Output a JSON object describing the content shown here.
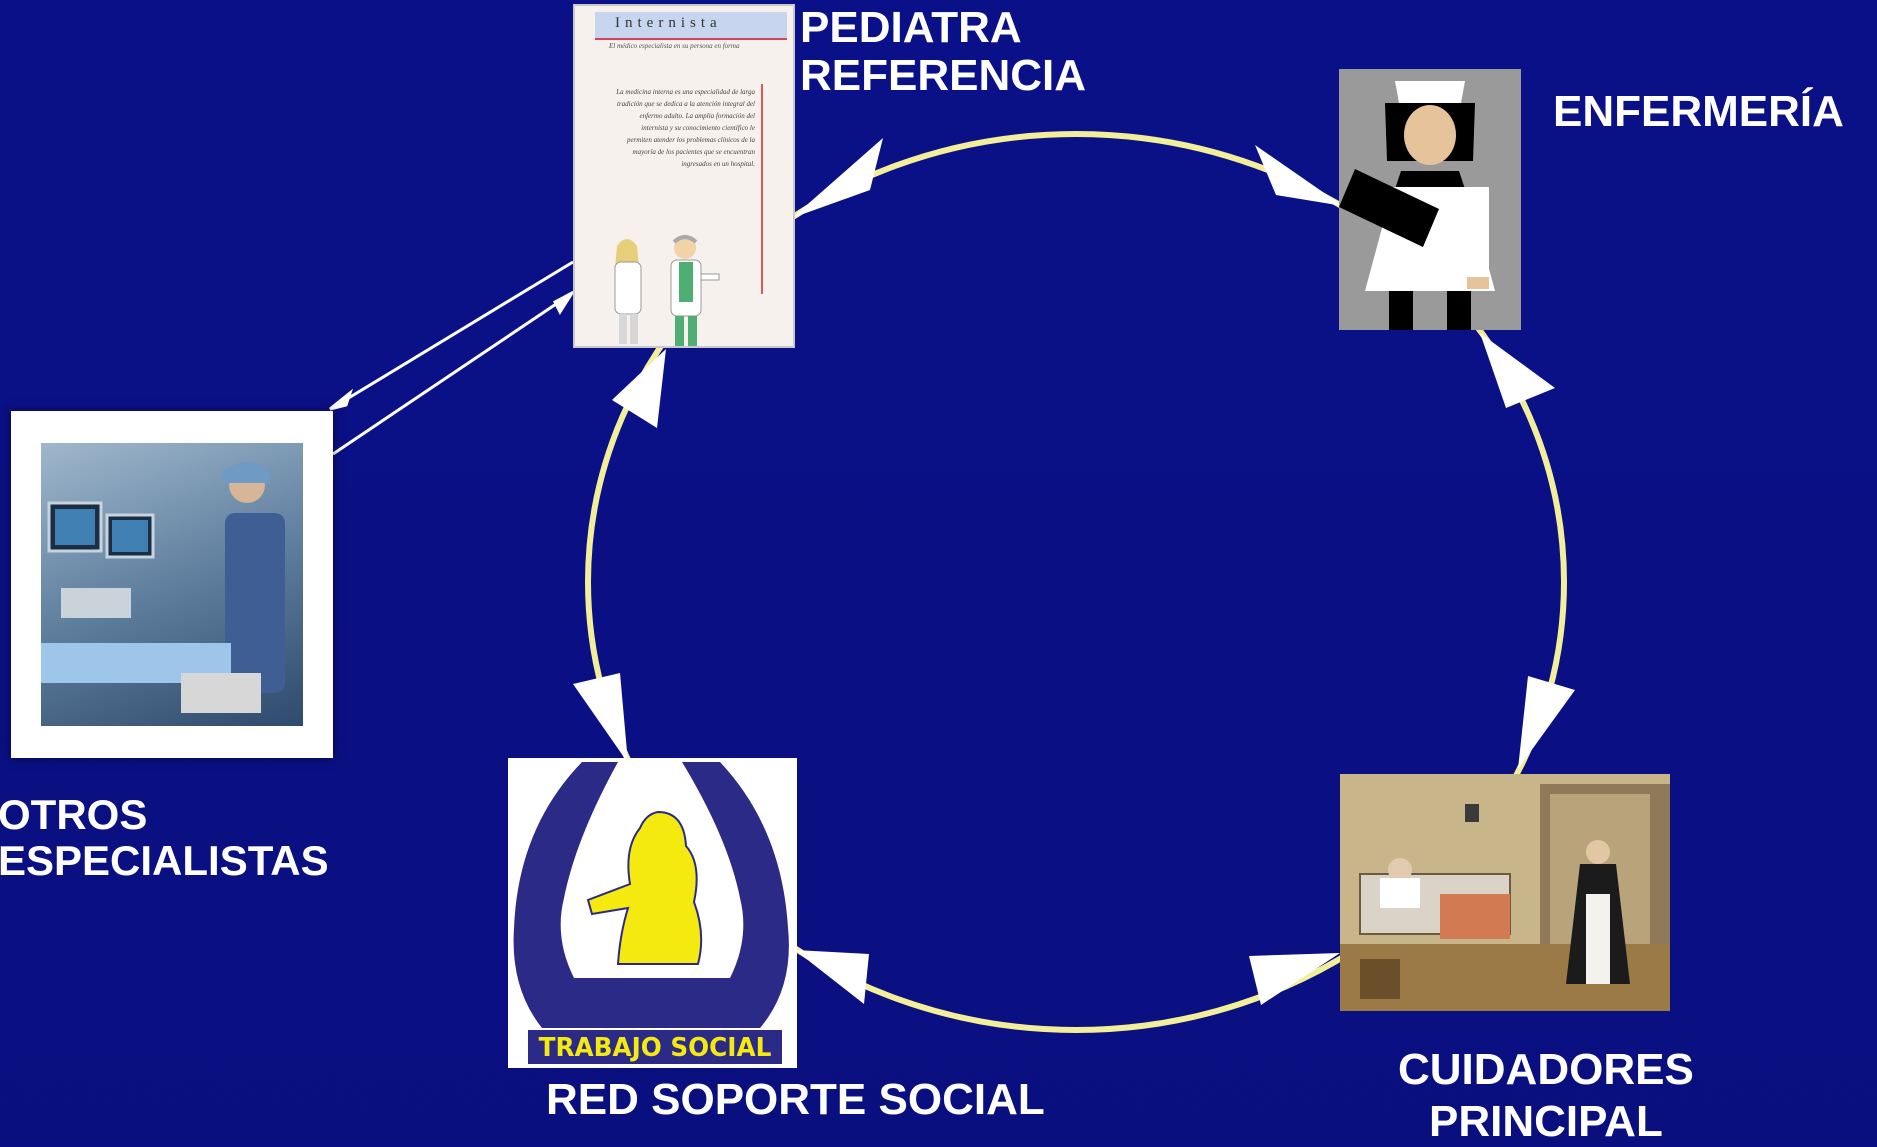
{
  "nodes": {
    "pediatra": {
      "line1": "PEDIATRA",
      "line2": "REFERENCIA",
      "card_header": "Internista",
      "card_subtitle": "El médico especialista en su persona en forma",
      "card_body": "La medicina interna es una especialidad de larga tradición que se dedica a la atención integral del enfermo adulto. La amplia formación del internista y su conocimiento científico le permiten atender los problemas clínicos de la mayoría de los pacientes que se encuentran ingresados en un hospital."
    },
    "enfermeria": {
      "label": "ENFERMERÍA"
    },
    "otros": {
      "line1": "OTROS",
      "line2": "ESPECIALISTAS"
    },
    "social": {
      "label": "RED SOPORTE SOCIAL",
      "logo_text": "TRABAJO SOCIAL"
    },
    "cuidadores": {
      "line1": "CUIDADORES",
      "line2": "PRINCIPAL"
    }
  },
  "colors": {
    "background": "#0a1188",
    "circle": "#f2ee9a",
    "arrow": "#ffffff",
    "text": "#ffffff",
    "logo_blue": "#2b2a86",
    "logo_yellow": "#f4ea10"
  }
}
